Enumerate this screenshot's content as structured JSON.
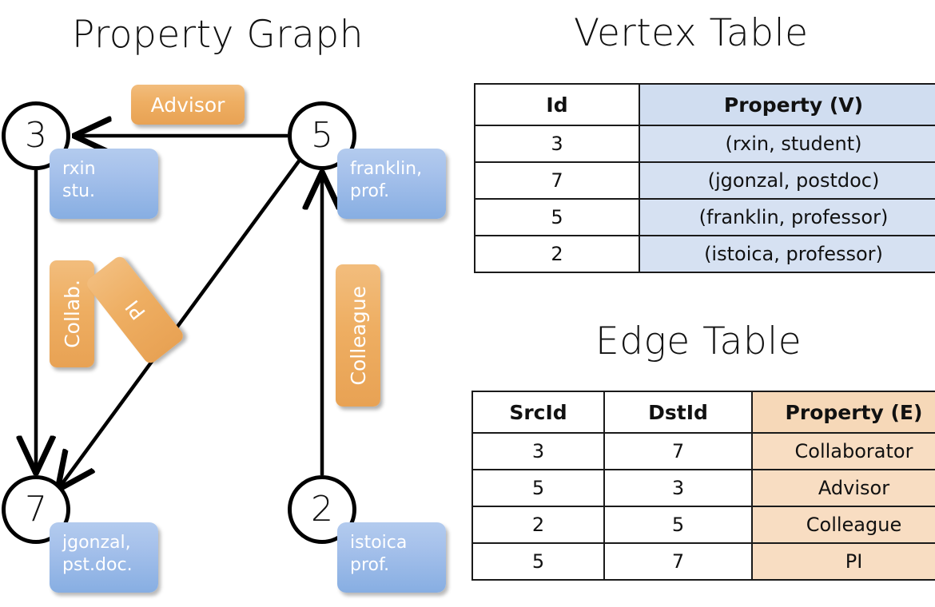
{
  "titles": {
    "graph": "Property Graph",
    "vertex_table": "Vertex Table",
    "edge_table": "Edge Table"
  },
  "graph": {
    "nodes": [
      {
        "id": "3",
        "prop_line1": "rxin",
        "prop_line2": "stu."
      },
      {
        "id": "5",
        "prop_line1": "franklin,",
        "prop_line2": "prof."
      },
      {
        "id": "7",
        "prop_line1": "jgonzal,",
        "prop_line2": "pst.doc."
      },
      {
        "id": "2",
        "prop_line1": "istoica",
        "prop_line2": "prof."
      }
    ],
    "edge_labels": [
      {
        "name": "advisor",
        "text": "Advisor"
      },
      {
        "name": "collab",
        "text": "Collab."
      },
      {
        "name": "pi",
        "text": "PI"
      },
      {
        "name": "colleague",
        "text": "Colleague"
      }
    ]
  },
  "vertex_table": {
    "headers": [
      "Id",
      "Property (V)"
    ],
    "rows": [
      {
        "id": "3",
        "property": "(rxin, student)"
      },
      {
        "id": "7",
        "property": "(jgonzal, postdoc)"
      },
      {
        "id": "5",
        "property": "(franklin, professor)"
      },
      {
        "id": "2",
        "property": "(istoica, professor)"
      }
    ]
  },
  "edge_table": {
    "headers": [
      "SrcId",
      "DstId",
      "Property (E)"
    ],
    "rows": [
      {
        "src": "3",
        "dst": "7",
        "property": "Collaborator"
      },
      {
        "src": "5",
        "dst": "3",
        "property": "Advisor"
      },
      {
        "src": "2",
        "dst": "5",
        "property": "Colleague"
      },
      {
        "src": "5",
        "dst": "7",
        "property": "PI"
      }
    ]
  },
  "colors": {
    "vertex_property_fill": "#d6e1f2",
    "edge_property_fill": "#f8ddc2",
    "node_callout": "#a6c1eb",
    "edge_chip": "#eeae62",
    "stroke": "#000000"
  }
}
